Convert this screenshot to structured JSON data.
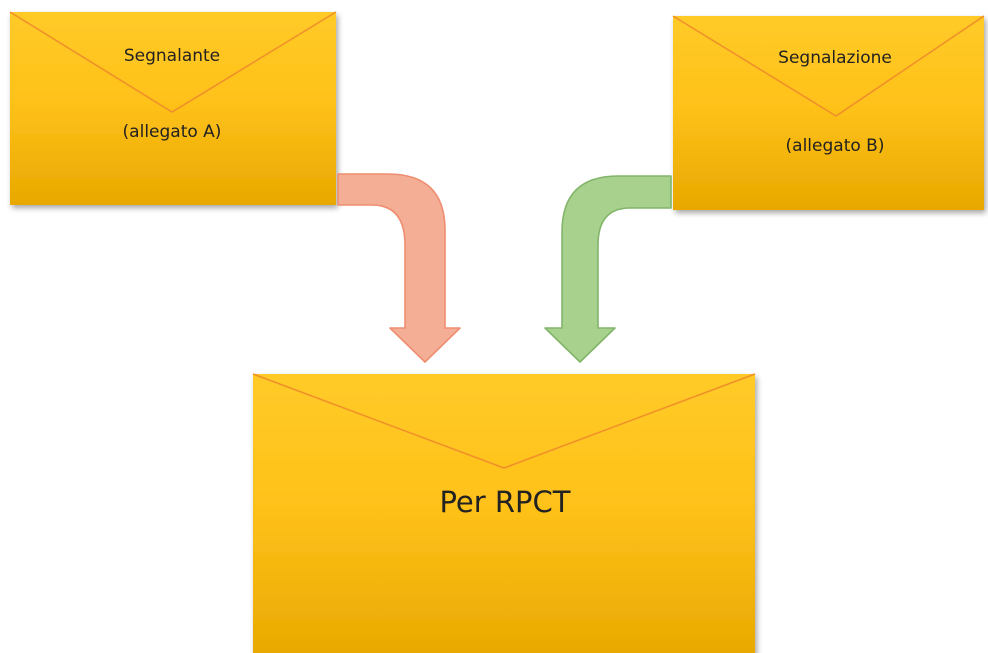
{
  "envelopes": {
    "sender": {
      "title": "Segnalante",
      "subtitle": "(allegato A)"
    },
    "report": {
      "title": "Segnalazione",
      "subtitle": "(allegato B)"
    },
    "destination": {
      "title": "Per RPCT"
    }
  },
  "colors": {
    "envelope_fill_top": "#FFCA28",
    "envelope_fill_bottom": "#E8A800",
    "envelope_flap_line": "#F0902A",
    "arrow_left": "#F4AE96",
    "arrow_left_border": "#EE8E70",
    "arrow_right": "#A9D18E",
    "arrow_right_border": "#82B56A"
  },
  "icons": {
    "envelope": "envelope-icon",
    "arrow_left": "curved-down-arrow-icon",
    "arrow_right": "curved-down-arrow-icon"
  }
}
